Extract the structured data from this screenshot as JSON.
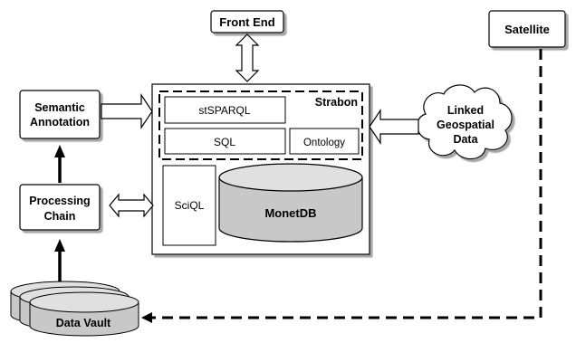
{
  "nodes": {
    "front_end": "Front End",
    "satellite": "Satellite",
    "strabon": "Strabon",
    "stsparql": "stSPARQL",
    "sql": "SQL",
    "ontology": "Ontology",
    "sciql": "SciQL",
    "monetdb": "MonetDB",
    "semantic_annotation_line1": "Semantic",
    "semantic_annotation_line2": "Annotation",
    "processing_chain_line1": "Processing",
    "processing_chain_line2": "Chain",
    "linked_data_line1": "Linked",
    "linked_data_line2": "Geospatial",
    "linked_data_line3": "Data",
    "data_vault": "Data Vault"
  },
  "colors": {
    "stroke": "#000000",
    "fill": "#ffffff",
    "shadow": "#a6a6a6",
    "cylinder": "#c8c8c8",
    "cylinder_top": "#e0e0e0"
  }
}
